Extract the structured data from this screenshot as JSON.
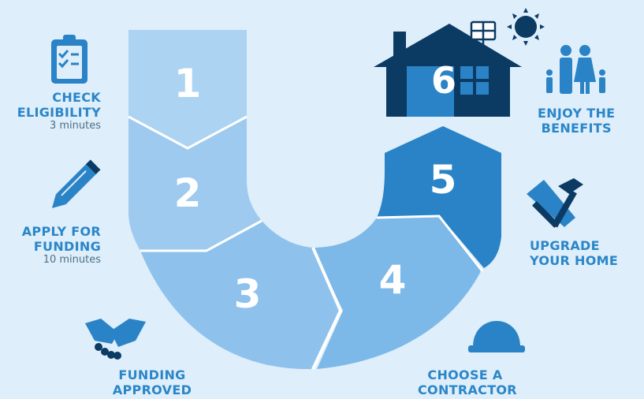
{
  "colors": {
    "background": "#deeefb",
    "segment_1": "#acd3f1",
    "segment_2": "#9dcaee",
    "segment_3": "#8ec2ec",
    "segment_4": "#7cb9e8",
    "segment_5": "#2a83c6",
    "house": "#0b3a63",
    "label_text": "#2a86c8",
    "sublabel_text": "#4e6f87"
  },
  "steps": [
    {
      "number": "1",
      "title": "CHECK\nELIGIBILITY",
      "subtitle": "3 minutes",
      "icon": "clipboard-checklist-icon"
    },
    {
      "number": "2",
      "title": "APPLY FOR\nFUNDING",
      "subtitle": "10 minutes",
      "icon": "pencil-icon"
    },
    {
      "number": "3",
      "title": "FUNDING\nAPPROVED",
      "icon": "handshake-icon"
    },
    {
      "number": "4",
      "title": "CHOOSE A\nCONTRACTOR",
      "icon": "hard-hat-icon"
    },
    {
      "number": "5",
      "title": "UPGRADE\nYOUR HOME",
      "icon": "hammer-saw-icon"
    },
    {
      "number": "6",
      "title": "ENJOY THE\nBENEFITS",
      "icon": "family-icon"
    }
  ]
}
